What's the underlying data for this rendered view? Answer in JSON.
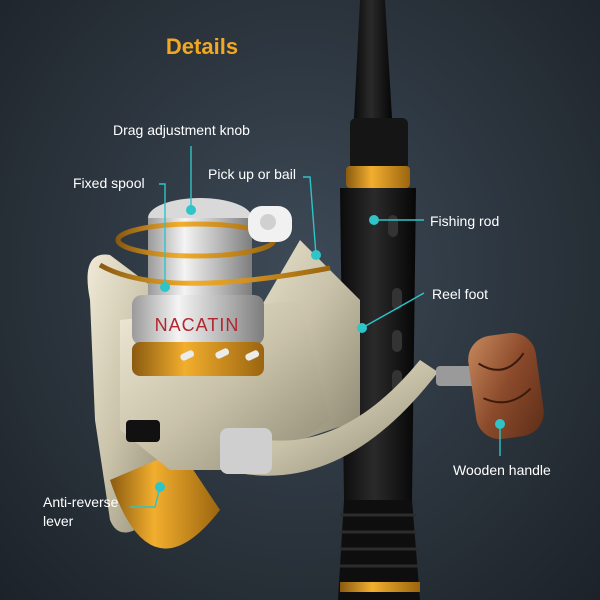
{
  "title": "Details",
  "labels": {
    "drag_knob": "Drag adjustment knob",
    "fixed_spool": "Fixed spool",
    "bail": "Pick up or bail",
    "fishing_rod": "Fishing rod",
    "reel_foot": "Reel foot",
    "wooden_handle": "Wooden handle",
    "anti_reverse_line1": "Anti-reverse",
    "anti_reverse_line2": "lever"
  },
  "brand": "NACATIN",
  "colors": {
    "title": "#f2a720",
    "callout": "#2ec4c8",
    "accent_gold": "#e69a1c"
  },
  "icons": {
    "callout_marker": "teal-dot-icon"
  }
}
